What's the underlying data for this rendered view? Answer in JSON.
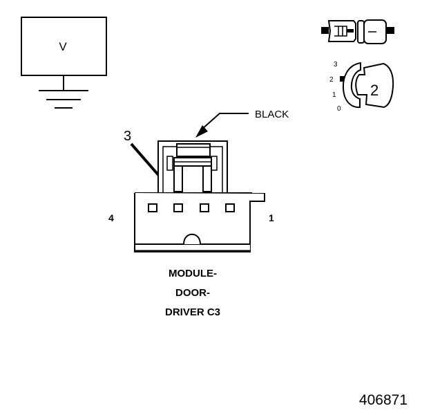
{
  "meter": {
    "symbol": "V"
  },
  "key": {
    "positions": [
      "3",
      "2",
      "1",
      "0"
    ],
    "selected_position": "2"
  },
  "connector": {
    "color_label": "BLACK",
    "pin_callout": "3",
    "left_end_pin": "4",
    "right_end_pin": "1"
  },
  "caption": {
    "line1": "MODULE-",
    "line2": "DOOR-",
    "line3": "DRIVER C3"
  },
  "figure_number": "406871"
}
